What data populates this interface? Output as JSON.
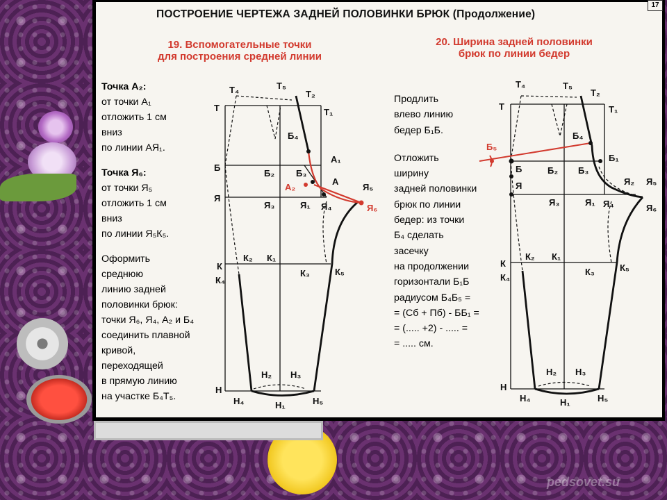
{
  "page": {
    "title": "ПОСТРОЕНИЕ ЧЕРТЕЖА ЗАДНЕЙ ПОЛОВИНКИ БРЮК (Продолжение)",
    "page_number": "17",
    "watermark": "pedsovet.su"
  },
  "section19": {
    "heading_line1": "19. Вспомогательные точки",
    "heading_line2": "для построения средней линии",
    "lines": [
      "Точка А₂:",
      "от точки А₁",
      "отложить 1 см",
      "вниз",
      "по линии АЯ₁.",
      "",
      "Точка Я₆:",
      "от точки Я₅",
      "отложить 1 см",
      "вниз",
      "по линии Я₅К₅.",
      "",
      "Оформить",
      "среднюю",
      "линию задней",
      "половинки  брюк:",
      "точки Я₆, Я₄, А₂ и Б₄",
      "соединить плавной",
      "кривой,",
      "переходящей",
      "в прямую линию",
      "на участке Б₄Т₅."
    ]
  },
  "section20": {
    "heading_line1": "20. Ширина задней половинки",
    "heading_line2": "брюк по линии бедер",
    "lines": [
      "Продлить",
      "влево линию",
      "бедер Б₁Б.",
      "",
      "Отложить",
      "ширину",
      "задней половинки",
      "брюк по линии",
      "бедер: из точки",
      "Б₄ сделать",
      "засечку",
      "на продолжении",
      "горизонтали Б₁Б",
      "радиусом Б₄Б₅ =",
      "= (Сб + Пб) - ББ₁ =",
      "= (..... +2) - ..... =",
      "= ..... см."
    ]
  },
  "diagram1_labels": {
    "T": "Т",
    "T1": "Т₁",
    "T2": "Т₂",
    "T4": "Т₄",
    "T5": "Т₅",
    "B": "Б",
    "B2": "Б₂",
    "B3": "Б₃",
    "B4": "Б₄",
    "Ya": "Я",
    "Ya1": "Я₁",
    "Ya3": "Я₃",
    "Ya4": "Я₄",
    "Ya5": "Я₅",
    "Ya6": "Я₆",
    "A": "А",
    "A1": "А₁",
    "A2": "А₂",
    "K": "К",
    "K1": "К₁",
    "K2": "К₂",
    "K3": "К₃",
    "K4": "К₄",
    "K5": "К₅",
    "N": "Н",
    "N1": "Н₁",
    "N2": "Н₂",
    "N3": "Н₃",
    "N4": "Н₄",
    "N5": "Н₅"
  },
  "diagram2_labels": {
    "T": "Т",
    "T1": "Т₁",
    "T2": "Т₂",
    "T4": "Т₄",
    "T5": "Т₅",
    "B": "Б",
    "B1": "Б₁",
    "B2": "Б₂",
    "B3": "Б₃",
    "B4": "Б₄",
    "B5": "Б₅",
    "Ya": "Я",
    "Ya1": "Я₁",
    "Ya2": "Я₂",
    "Ya3": "Я₃",
    "Ya4": "Я₄",
    "Ya5": "Я₅",
    "Ya6": "Я₆",
    "K": "К",
    "K1": "К₁",
    "K2": "К₂",
    "K3": "К₃",
    "K4": "К₄",
    "K5": "К₅",
    "N": "Н",
    "N1": "Н₁",
    "N2": "Н₂",
    "N3": "Н₃",
    "N4": "Н₄",
    "N5": "Н₅"
  },
  "colors": {
    "accent_red": "#d23a2e",
    "ink": "#111111",
    "paper": "#f7f5f0",
    "background": "#5b2a63"
  }
}
